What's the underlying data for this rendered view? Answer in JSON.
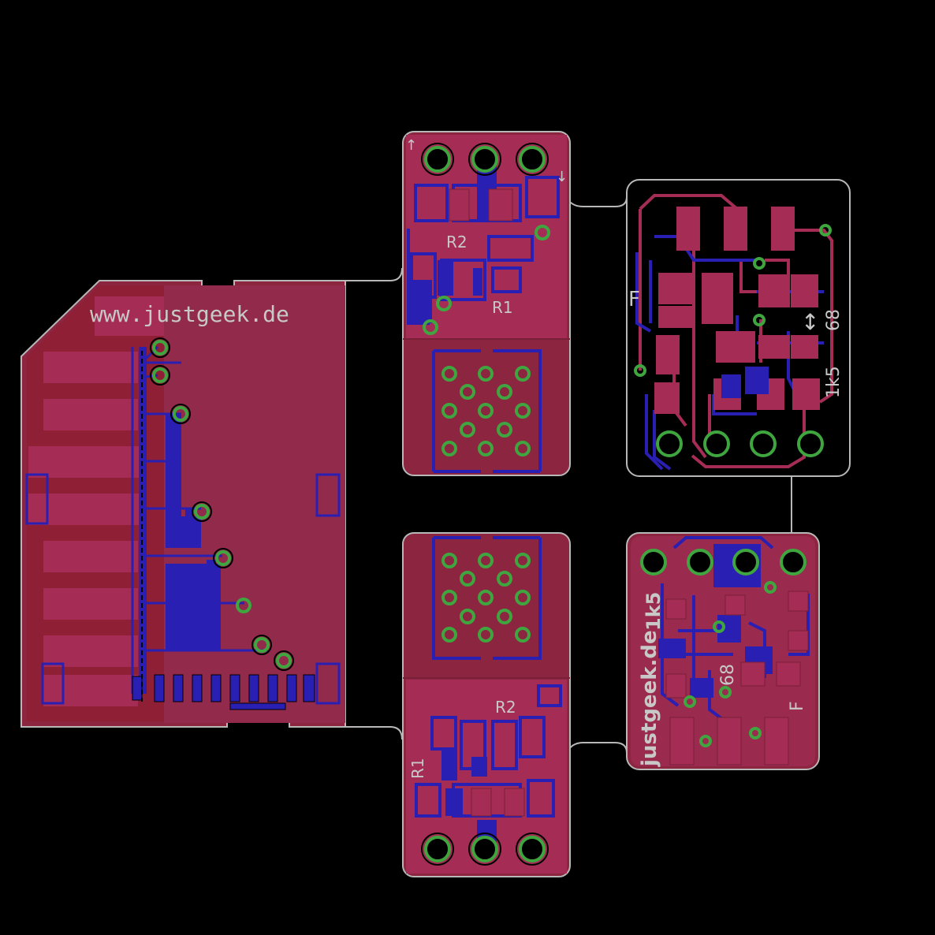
{
  "colors": {
    "background": "#000000",
    "top_copper": "#9b2a4f",
    "bottom_copper": "#2a1fb3",
    "board_fill": "#8b2540",
    "pad": "#a52d55",
    "via": "#3fa63f",
    "outline": "#b8b8b8",
    "silkscreen": "#c8c8c8"
  },
  "sd_card": {
    "website_text": "www.justgeek.de"
  },
  "top_middle_board": {
    "label_r2": "R2",
    "label_r1": "R1",
    "arrow_up": "↑",
    "arrow_down": "↓"
  },
  "bottom_middle_board": {
    "label_r2": "R2",
    "label_r1": "R1"
  },
  "top_right_board": {
    "label_f": "F",
    "label_68": "68",
    "label_1k5": "1k5",
    "arrow_updown": "↕"
  },
  "bottom_right_board": {
    "label_justgeek": "justgeek.de",
    "label_1k5": "1k5",
    "label_68": "68",
    "label_f": "F"
  }
}
